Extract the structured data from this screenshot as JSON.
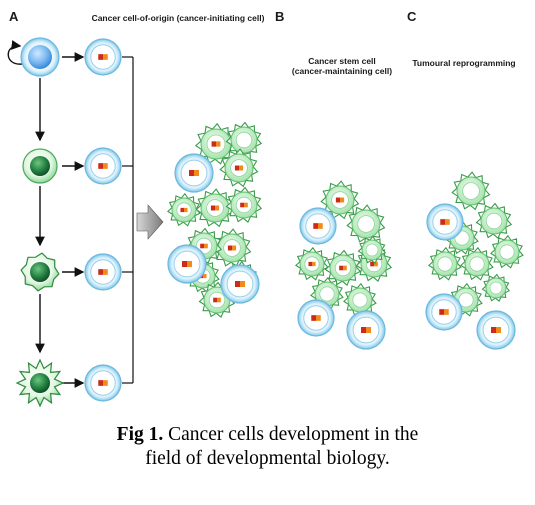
{
  "panels": {
    "a": {
      "letter": "A",
      "heading": "Cancer cell-of-origin (cancer-initiating cell)"
    },
    "b": {
      "letter": "B",
      "heading_line1": "Cancer stem cell",
      "heading_line2": "(cancer-maintaining cell)"
    },
    "c": {
      "letter": "C",
      "heading": "Tumoural reprogramming"
    }
  },
  "caption": {
    "label": "Fig 1.",
    "line1": " Cancer cells development in the",
    "line2": "field of developmental biology."
  },
  "colors": {
    "stem_blue": "#6fb4f0",
    "stem_ring": "#9fd3ee",
    "green_dark": "#1f7a3a",
    "green_light": "#c9efc9",
    "mutation_red": "#cc2a1a",
    "mutation_orange": "#f08a1a"
  }
}
